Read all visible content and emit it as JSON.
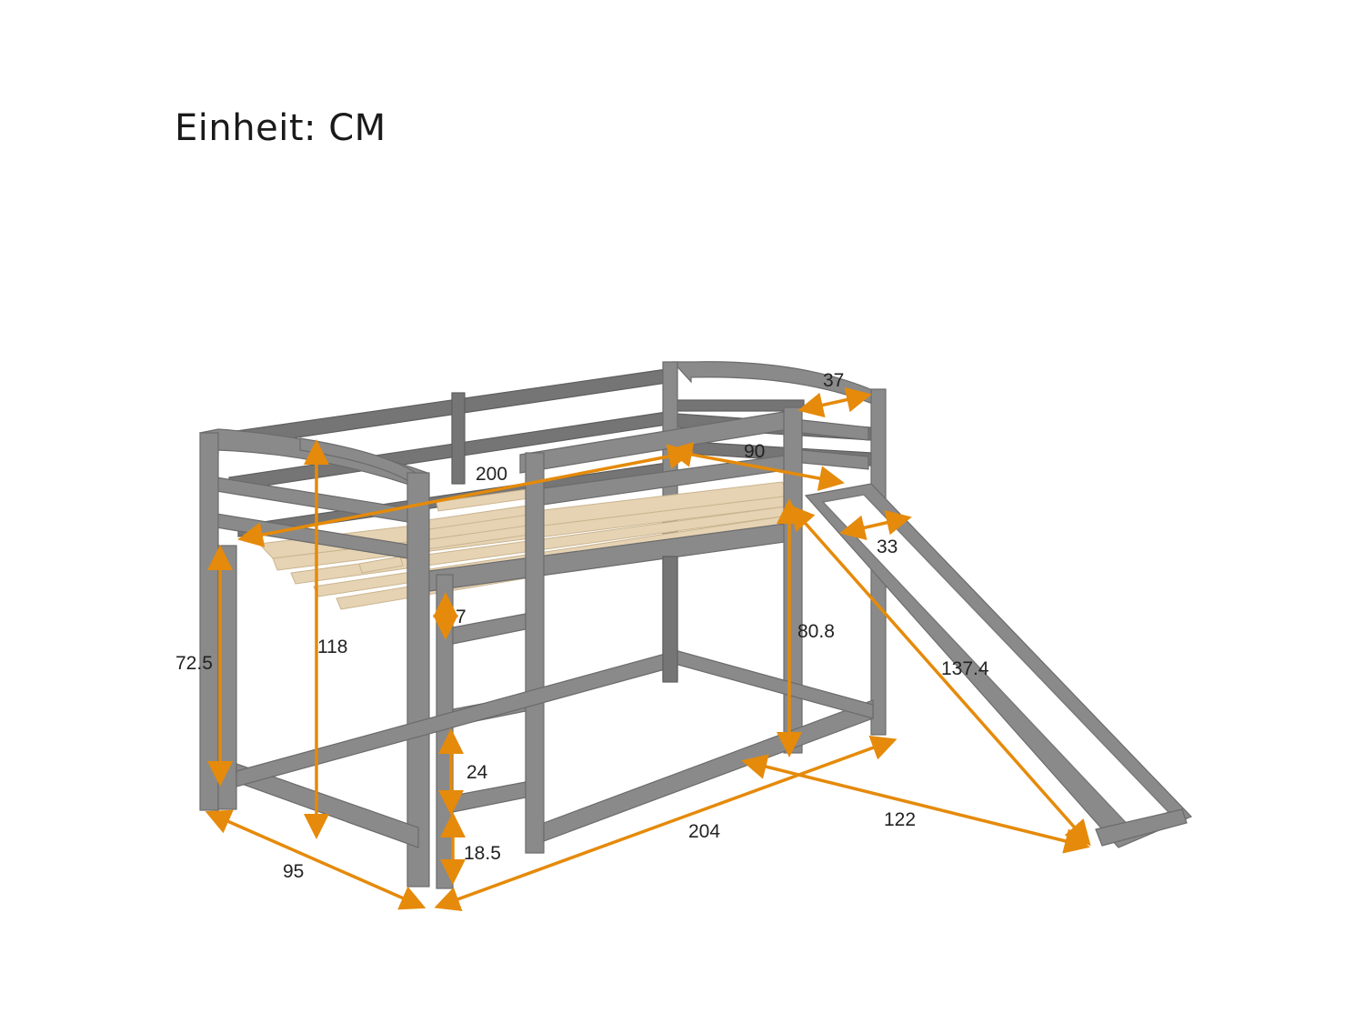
{
  "unit_title": "Einheit: CM",
  "colors": {
    "arrow": "#e58a0a",
    "frame": "#8a8a8a",
    "slats": "#e6d3b3"
  },
  "dimensions": {
    "length_inner": "200",
    "width_inner": "90",
    "guard_width": "37",
    "slide_width": "33",
    "slide_height": "80.8",
    "slide_length": "137.4",
    "slide_reach": "122",
    "overall_length": "204",
    "overall_width": "95",
    "total_height": "118",
    "bed_height": "72.5",
    "rung_gap_top": "7",
    "rung_spacing": "24",
    "bottom_rung": "18.5"
  }
}
